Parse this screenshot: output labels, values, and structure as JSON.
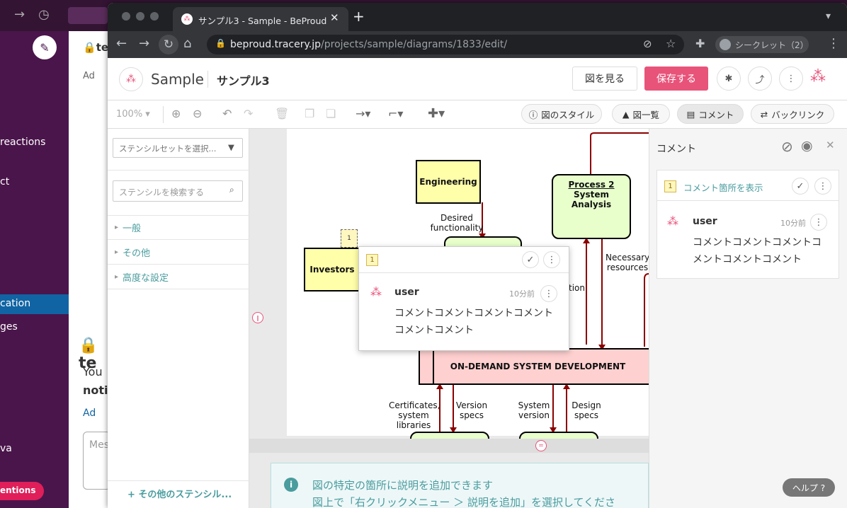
{
  "background": {
    "sidebar_items": [
      "reactions",
      "ct",
      "cation",
      "ges"
    ],
    "sidebar_bottom": "va",
    "sidebar_button": "entions",
    "main_title": "te",
    "main_add": "Ad",
    "main_big_title": "te",
    "main_you": "You",
    "main_notif": "notif",
    "main_add2": "Ad",
    "main_msg": "Mes"
  },
  "browser": {
    "tab_title": "サンプル3 - Sample - BeProud",
    "url_host": "beproud.tracery.jp",
    "url_path": "/projects/sample/diagrams/1833/edit/",
    "incognito_label": "シークレット（2）"
  },
  "app": {
    "project": "Sample",
    "diagram": "サンプル3",
    "view_button": "図を見る",
    "save_button": "保存する"
  },
  "toolbar": {
    "zoom": "100%",
    "style_button": "図のスタイル",
    "list_button": "図一覧",
    "comment_button": "コメント",
    "backlink_button": "バックリンク"
  },
  "left_panel": {
    "stencil_select_placeholder": "ステンシルセットを選択...",
    "stencil_search_placeholder": "ステンシルを検索する",
    "sections": [
      "一般",
      "その他",
      "高度な設定"
    ],
    "more_stencils": "+ その他のステンシル..."
  },
  "diagram": {
    "engineering": "Engineering",
    "investors": "Investors",
    "process2_title": "Process 2",
    "process2_sub": "System Analysis",
    "ondemand": "ON-DEMAND SYSTEM DEVELOPMENT",
    "desired": "Desired functionality",
    "necessary": "Necessary resources",
    "tion": "tion",
    "certificates": "Certificates, system libraries",
    "version_specs": "Version specs",
    "system_version": "System version",
    "design_specs": "Design specs",
    "marker": "1"
  },
  "popup": {
    "badge": "1",
    "user": "user",
    "time": "10分前",
    "text_line1": "コメントコメントコメントコメント",
    "text_line2": "コメントコメント"
  },
  "comments_panel": {
    "title": "コメント",
    "badge": "1",
    "show_location": "コメント箇所を表示",
    "user": "user",
    "time": "10分前",
    "text_line1": "コメントコメントコメントコ",
    "text_line2": "メントコメントコメント"
  },
  "info": {
    "line1": "図の特定の箇所に説明を追加できます",
    "line2": "図上で「右クリックメニュー ＞ 説明を追加」を選択してくださ"
  },
  "help_button": "ヘルプ ?",
  "colors": {
    "accent": "#e8537a",
    "teal": "#4a9c9e",
    "arrow": "#8b0000",
    "process_fill": "#e8ffcc",
    "ondemand_fill": "#ffd0d0",
    "entity_fill": "#ffffaa"
  }
}
